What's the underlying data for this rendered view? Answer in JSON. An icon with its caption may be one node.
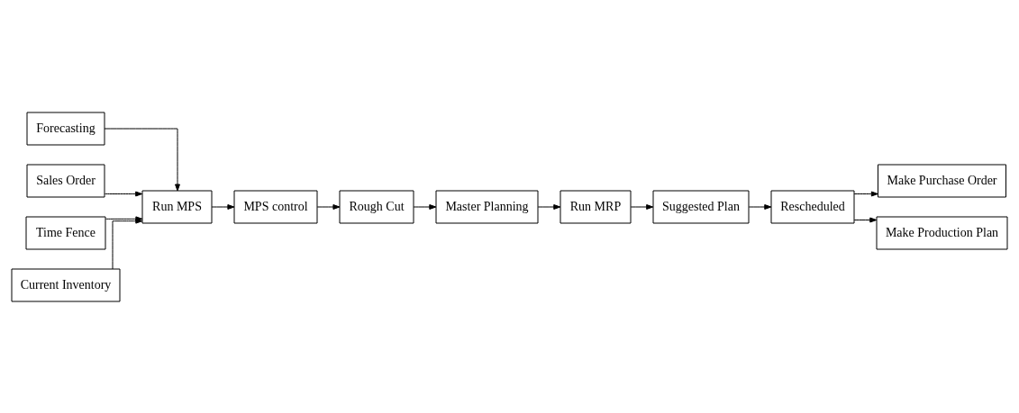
{
  "diagram": {
    "nodes": [
      {
        "text": [
          "Forecasting"
        ]
      },
      {
        "text": [
          "Sales Order"
        ]
      },
      {
        "text": [
          "Time Fence"
        ]
      },
      {
        "text": [
          "Current Inventory"
        ]
      },
      {
        "text": [
          "Rough Cut"
        ]
      },
      {
        "text": [
          "MPS control"
        ]
      },
      {
        "text": [
          "Run MPS"
        ]
      },
      {
        "text": [
          "Master Planning"
        ]
      },
      {
        "text": [
          "Run MRP"
        ]
      },
      {
        "text": [
          "Suggested Plan"
        ]
      },
      {
        "text": [
          "Rescheduled"
        ]
      },
      {
        "text": [
          "Make Purchase Order"
        ]
      },
      {
        "text": [
          "Make Production Plan"
        ]
      }
    ],
    "edges": [
      {
        "from": 0,
        "to": 6,
        "arrow": "to"
      },
      {
        "from": 1,
        "to": 6,
        "arrow": "to"
      },
      {
        "from": 2,
        "to": 6,
        "arrow": "to"
      },
      {
        "from": 3,
        "to": 6,
        "arrow": "to"
      },
      {
        "from": 6,
        "to": 5,
        "arrow": "to"
      },
      {
        "from": 5,
        "to": 4,
        "arrow": "to"
      },
      {
        "from": 4,
        "to": 7,
        "arrow": "to"
      },
      {
        "from": 7,
        "to": 8,
        "arrow": "to"
      },
      {
        "from": 8,
        "to": 9,
        "arrow": "to"
      },
      {
        "from": 9,
        "to": 10,
        "arrow": "to"
      },
      {
        "from": 10,
        "to": 11,
        "arrow": "to"
      },
      {
        "from": 10,
        "to": 12,
        "arrow": "to"
      }
    ]
  }
}
